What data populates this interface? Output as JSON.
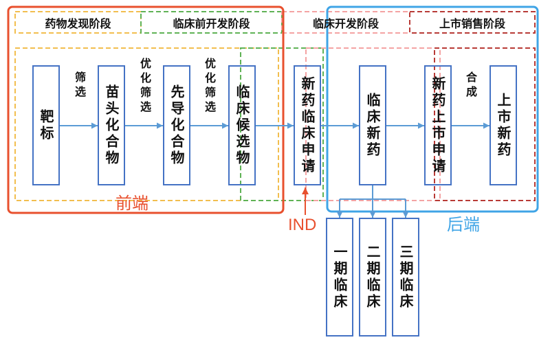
{
  "stages": [
    {
      "label": "药物发现阶段",
      "color": "#F2BE4E"
    },
    {
      "label": "临床前开发阶段",
      "color": "#5FB255"
    },
    {
      "label": "临床开发阶段",
      "color": "#F4A3A3"
    },
    {
      "label": "上市销售阶段",
      "color": "#B83A36"
    }
  ],
  "groups": {
    "front": {
      "label": "前端",
      "color": "#E8502E"
    },
    "back": {
      "label": "后端",
      "color": "#3FA4E6"
    }
  },
  "process_steps": [
    "靶标",
    "苗头化合物",
    "先导化合物",
    "临床候选物",
    "新药临床申请",
    "临床新药",
    "新药上市申请",
    "上市新药"
  ],
  "transitions": [
    "筛选",
    "优化筛选",
    "优化筛选",
    "合成"
  ],
  "ind_label": "IND",
  "clinical_phases": [
    "一期临床",
    "二期临床",
    "三期临床"
  ],
  "colors": {
    "step_border": "#4472C4",
    "arrow": "#5B9BD5",
    "ind_arrow": "#E8502E"
  }
}
